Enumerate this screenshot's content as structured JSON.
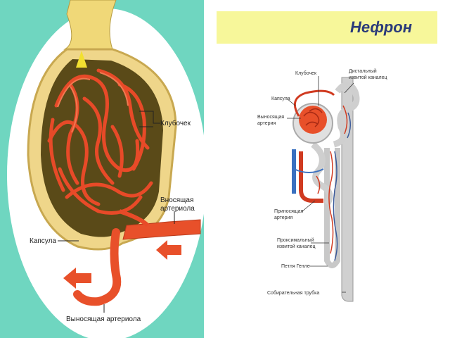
{
  "right_title": "Нефрон",
  "left_diagram": {
    "labels": {
      "glomerulus": "Клубочек",
      "afferent_1": "Вносящая",
      "afferent_2": "артериола",
      "capsule": "Капсула",
      "efferent": "Выносящая артериола"
    }
  },
  "right_diagram": {
    "labels": {
      "glomerulus": "Клубочек",
      "distal_1": "Дистальный",
      "distal_2": "извитой каналец",
      "capsule": "Капсула",
      "efferent_1": "Выносящая",
      "efferent_2": "артерия",
      "afferent_1": "Приносящая",
      "afferent_2": "артерия",
      "proximal_1": "Проксимальный",
      "proximal_2": "извитой каналец",
      "henle": "Петля Генле",
      "collecting": "Собирательная трубка"
    }
  },
  "colors": {
    "left_background": "#6fd6c0",
    "title_background": "#f7f79a",
    "title_text": "#2a3a7a",
    "vessel_red": "#e8502a",
    "vein_blue": "#3a70c0",
    "capsule_yellow": "#e8d070"
  }
}
